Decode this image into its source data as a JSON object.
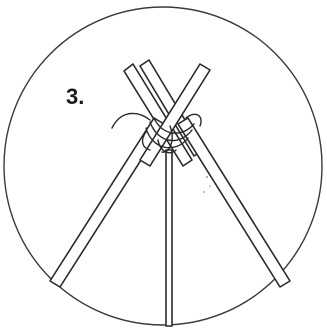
{
  "figure": {
    "step_number": "3.",
    "subject": "tripod-pole-lashing",
    "icon": "tripod-lashing-illustration",
    "frame": "circle"
  }
}
